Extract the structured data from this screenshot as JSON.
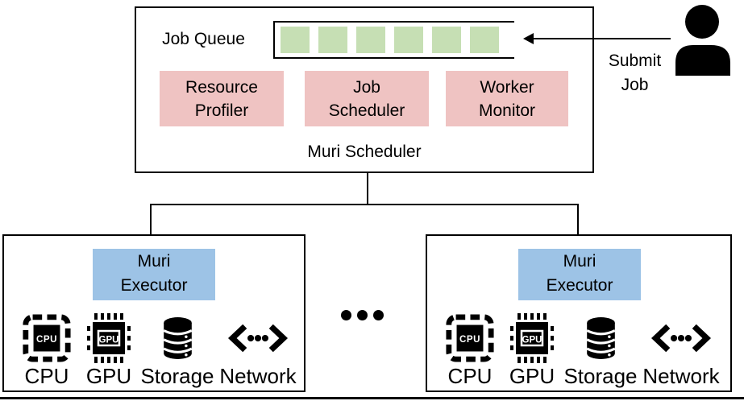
{
  "colors": {
    "queue_item_green": "#c6dfb4",
    "module_pink": "#efc3c2",
    "executor_blue": "#9dc3e6",
    "line_black": "#000000"
  },
  "scheduler": {
    "title": "Muri Scheduler",
    "job_queue": {
      "label": "Job Queue",
      "item_count": 6
    },
    "modules": [
      {
        "name": "resource-profiler",
        "lines": [
          "Resource",
          "Profiler"
        ]
      },
      {
        "name": "job-scheduler",
        "lines": [
          "Job",
          "Scheduler"
        ]
      },
      {
        "name": "worker-monitor",
        "lines": [
          "Worker",
          "Monitor"
        ]
      }
    ]
  },
  "submit_job": {
    "lines": [
      "Submit",
      "Job"
    ]
  },
  "ellipsis": {
    "dot_count": 3
  },
  "workers": [
    {
      "executor_lines": [
        "Muri",
        "Executor"
      ],
      "resources": [
        {
          "icon": "cpu-chip-icon",
          "chip_text": "CPU",
          "label": "CPU"
        },
        {
          "icon": "gpu-chip-icon",
          "chip_text": "GPU",
          "label": "GPU"
        },
        {
          "icon": "storage-db-icon",
          "label": "Storage"
        },
        {
          "icon": "network-icon",
          "label": "Network"
        }
      ]
    },
    {
      "executor_lines": [
        "Muri",
        "Executor"
      ],
      "resources": [
        {
          "icon": "cpu-chip-icon",
          "chip_text": "CPU",
          "label": "CPU"
        },
        {
          "icon": "gpu-chip-icon",
          "chip_text": "GPU",
          "label": "GPU"
        },
        {
          "icon": "storage-db-icon",
          "label": "Storage"
        },
        {
          "icon": "network-icon",
          "label": "Network"
        }
      ]
    }
  ]
}
